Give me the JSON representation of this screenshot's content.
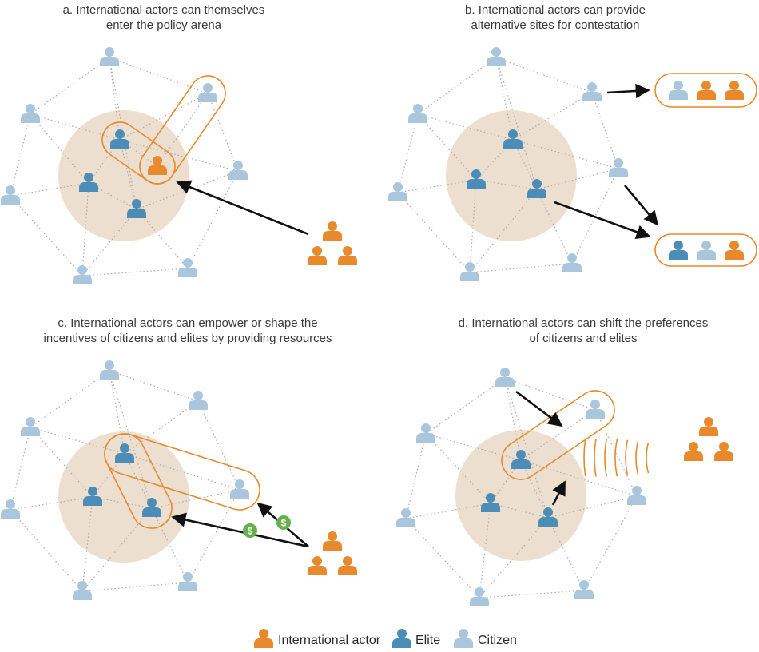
{
  "panels": [
    {
      "id": "a",
      "caption_line1": "a. International actors can themselves",
      "caption_line2": "enter the policy arena"
    },
    {
      "id": "b",
      "caption_line1": "b. International actors can provide",
      "caption_line2": "alternative sites for contestation"
    },
    {
      "id": "c",
      "caption_line1": "c. International actors can empower or shape the",
      "caption_line2": "incentives of citizens and elites by providing resources"
    },
    {
      "id": "d",
      "caption_line1": "d. International actors can shift the preferences",
      "caption_line2": "of citizens and elites"
    }
  ],
  "money_symbol": "$",
  "legend": {
    "international": "International actor",
    "elite": "Elite",
    "citizen": "Citizen"
  },
  "colors": {
    "international": "#e8892c",
    "elite": "#4b8db6",
    "citizen": "#a9c6dc",
    "arena": "#ecdfd0",
    "money": "#66b04e",
    "edge": "#a9a9a9",
    "arrow": "#111111"
  },
  "icons": {
    "international": "person-icon",
    "elite": "person-icon",
    "citizen": "person-icon",
    "money": "dollar-coin-icon",
    "signal": "signal-waves-icon"
  }
}
